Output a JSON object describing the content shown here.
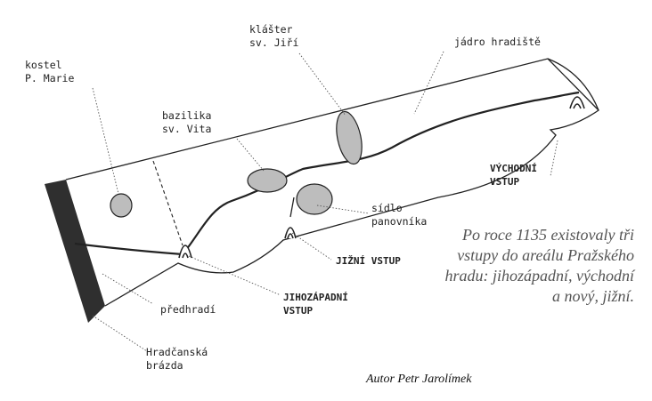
{
  "labels": {
    "kostel": "kostel\nP. Marie",
    "klaster": "klášter\nsv. Jiří",
    "jadro": "jádro hradiště",
    "bazilika": "bazilika\nsv. Vita",
    "vychodni": "VÝCHODNÍ\nVSTUP",
    "sidlo": "sídlo\npanovníka",
    "jizni": "JIŽNÍ VSTUP",
    "predhradi": "předhradí",
    "jihozapadni": "JIHOZÁPADNÍ\nVSTUP",
    "brazda": "Hradčanská\nbrázda"
  },
  "note": "Po roce 1135 existovaly tři vstupy do areálu Pražského hradu: jihozápadní, východní a nový, jižní.",
  "author": "Autor Petr Jarolímek",
  "colors": {
    "line": "#222222",
    "ellipse_fill": "#bdbdbd",
    "band": "#2f2f2f",
    "note_text": "#555555"
  }
}
